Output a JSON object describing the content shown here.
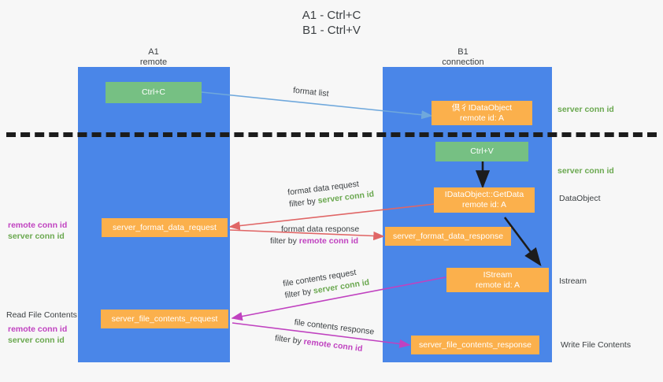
{
  "title": {
    "line1": "A1 - Ctrl+C",
    "line2": "B1 - Ctrl+V"
  },
  "columns": [
    {
      "name": "A1",
      "sub": "remote"
    },
    {
      "name": "B1",
      "sub": "connection"
    }
  ],
  "nodes": {
    "ctrl_c": "Ctrl+C",
    "ctrl_v": "Ctrl+V",
    "idataobject_title": "倶彳IDataObject",
    "idataobject_sub": "remote id: A",
    "getdata_title": "IDataObject::GetData",
    "getdata_sub": "remote id: A",
    "istream_title": "IStream",
    "istream_sub": "remote id: A",
    "format_data_request": "server_format_data_request",
    "format_data_response": "server_format_data_response",
    "file_contents_request": "server_file_contents_request",
    "file_contents_response": "server_file_contents_response"
  },
  "edges": {
    "format_list": "format list",
    "format_data_request": "format data request",
    "format_data_response": "format data response",
    "file_contents_request": "file contents request",
    "file_contents_response": "file contents response",
    "filter_by": "filter by",
    "server_conn_id": "server conn id",
    "remote_conn_id": "remote conn id"
  },
  "side_labels": {
    "right_server_conn_id_1": "server conn id",
    "right_server_conn_id_2": "server conn id",
    "right_dataobject": "DataObject",
    "right_istream": "Istream",
    "right_write_file_contents": "Write File Contents",
    "left_remote_conn_id_1": "remote conn id",
    "left_server_conn_id_1": "server conn id",
    "left_read_file_contents": "Read File Contents",
    "left_remote_conn_id_2": "remote conn id",
    "left_server_conn_id_2": "server conn id"
  },
  "colors": {
    "lane": "#4a86e8",
    "node_green": "#76c083",
    "node_orange": "#fbb04c",
    "conn_green": "#6aa84f",
    "conn_magenta": "#c042c0",
    "arrow_blue": "#6fa8dc",
    "arrow_red": "#e06666",
    "arrow_magenta": "#c042c0",
    "arrow_black": "#1c1c1c",
    "background": "#f7f7f7"
  }
}
